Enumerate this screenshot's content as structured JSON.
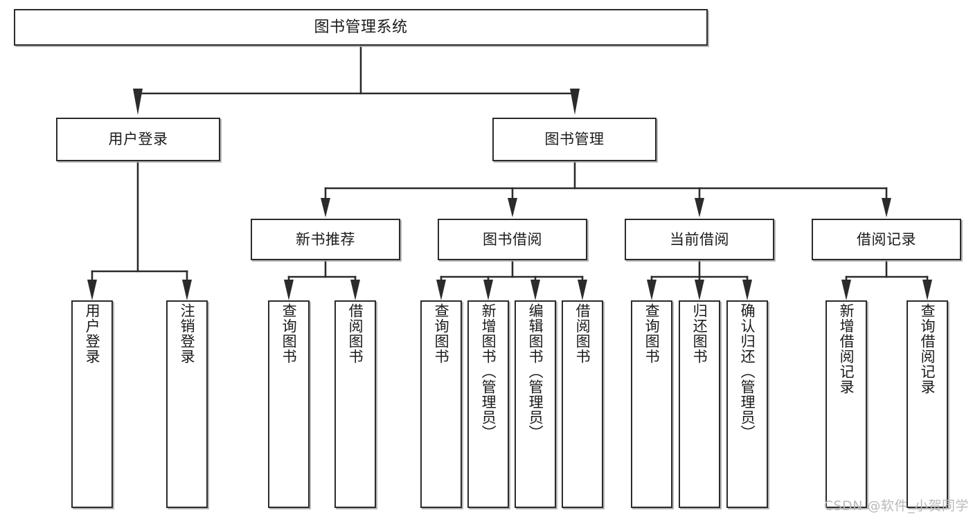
{
  "diagram": {
    "title": "图书管理系统",
    "type": "tree",
    "watermark": "CSDN @软件_小贺同学",
    "colors": {
      "box_border": "#2b2b2b",
      "box_fill": "#ffffff",
      "line": "#2b2b2b",
      "watermark": "#b9b9b9",
      "background": "#ffffff"
    },
    "levels": {
      "root": [
        "图书管理系统"
      ],
      "level2": [
        "用户登录",
        "图书管理"
      ],
      "level3": [
        "新书推荐",
        "图书借阅",
        "当前借阅",
        "借阅记录"
      ],
      "leaves": [
        "用户登录",
        "注销登录",
        "查询图书",
        "借阅图书",
        "查询图书",
        "新增图书（管理员）",
        "编辑图书（管理员）",
        "借阅图书",
        "查询图书",
        "归还图书",
        "确认归还（管理员）",
        "新增借阅记录",
        "查询借阅记录"
      ]
    }
  },
  "nodes": {
    "root": {
      "label": "图书管理系统"
    },
    "user_login": {
      "label": "用户登录"
    },
    "book_mgmt": {
      "label": "图书管理"
    },
    "new_book_rec": {
      "label": "新书推荐"
    },
    "book_borrow": {
      "label": "图书借阅"
    },
    "current_borrow": {
      "label": "当前借阅"
    },
    "borrow_record": {
      "label": "借阅记录"
    },
    "leaf_1": {
      "label": "用户登录"
    },
    "leaf_2": {
      "label": "注销登录"
    },
    "leaf_3": {
      "label": "查询图书"
    },
    "leaf_4": {
      "label": "借阅图书"
    },
    "leaf_5": {
      "label": "查询图书"
    },
    "leaf_6": {
      "label": "新增图书（管理员）"
    },
    "leaf_7": {
      "label": "编辑图书（管理员）"
    },
    "leaf_8": {
      "label": "借阅图书"
    },
    "leaf_9": {
      "label": "查询图书"
    },
    "leaf_10": {
      "label": "归还图书"
    },
    "leaf_11": {
      "label": "确认归还（管理员）"
    },
    "leaf_12": {
      "label": "新增借阅记录"
    },
    "leaf_13": {
      "label": "查询借阅记录"
    }
  },
  "footer": {
    "watermark": "CSDN @软件_小贺同学"
  }
}
